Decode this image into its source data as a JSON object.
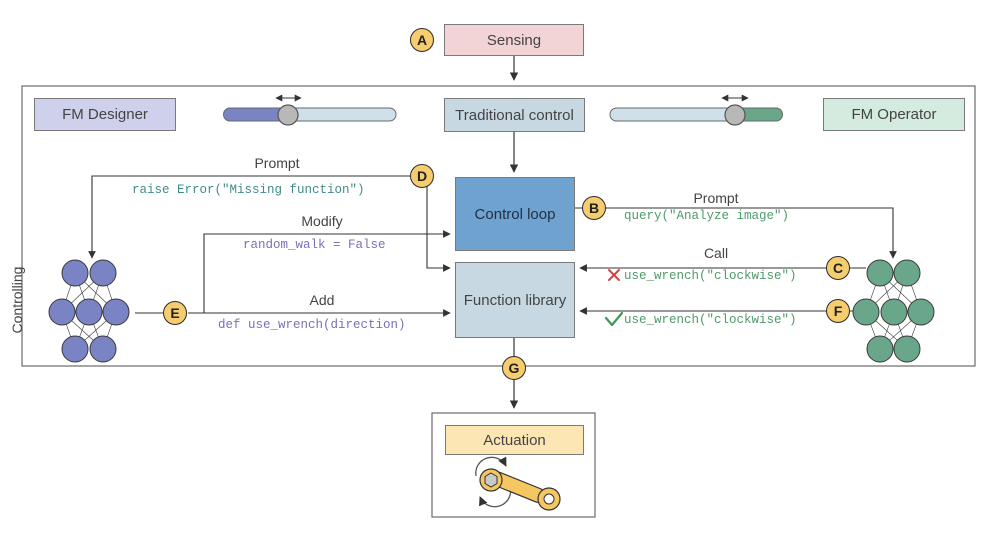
{
  "side_label": "Controlling",
  "boxes": {
    "sensing": "Sensing",
    "fm_designer": "FM Designer",
    "traditional_control": "Traditional control",
    "fm_operator": "FM Operator",
    "control_loop": "Control loop",
    "function_library": "Function library",
    "actuation": "Actuation"
  },
  "badges": {
    "a": "A",
    "b": "B",
    "c": "C",
    "d": "D",
    "e": "E",
    "f": "F",
    "g": "G"
  },
  "edges": {
    "prompt_left": "Prompt",
    "prompt_left_code": "raise Error(\"Missing function\")",
    "modify": "Modify",
    "modify_code": "random_walk = False",
    "add": "Add",
    "add_code": "def use_wrench(direction)",
    "prompt_right": "Prompt",
    "prompt_right_code": "query(\"Analyze image\")",
    "call": "Call",
    "call_fail_code": "use_wrench(\"clockwise\")",
    "call_success_code": "use_wrench(\"clockwise\")"
  },
  "icons": {
    "fail": "cross-icon",
    "success": "check-icon",
    "wrench": "wrench-icon",
    "network": "neural-network-icon",
    "slider": "slider-icon"
  },
  "colors": {
    "blue_purple": "#7a83c4",
    "green": "#6aa68a",
    "control_loop": "#6fa2cf",
    "function_library": "#c7d8e2",
    "badge": "#f5cc6e",
    "code_teal": "#3f8b8b",
    "code_purple": "#7a70b8",
    "code_green": "#4f9a6a",
    "sensing": "#f2d3d6",
    "actuation": "#fbe6b4"
  }
}
